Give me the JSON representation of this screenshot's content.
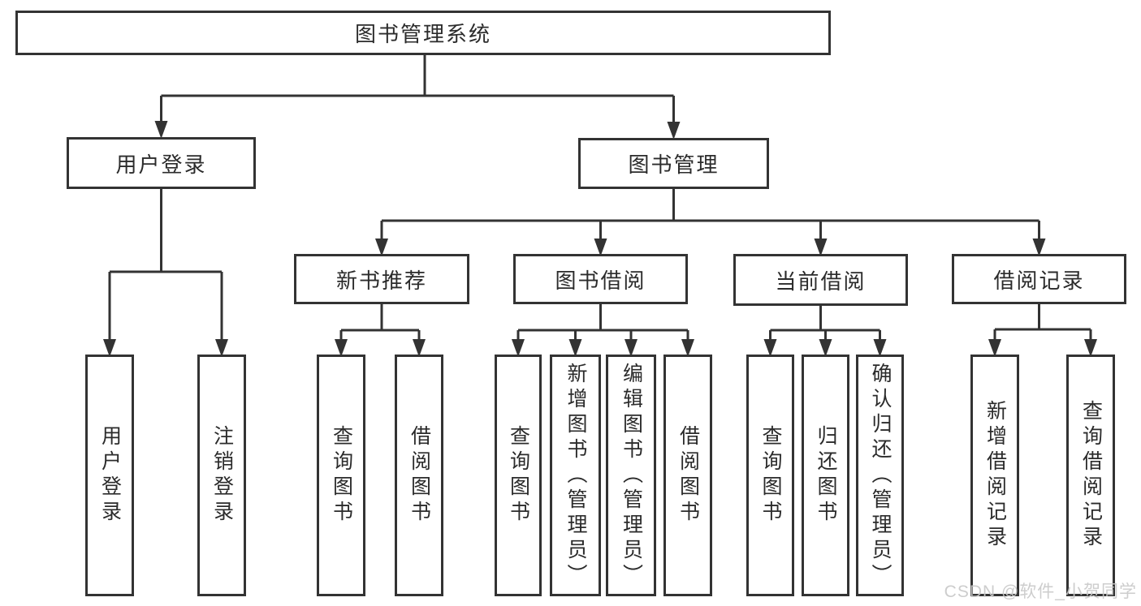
{
  "tree": {
    "root": {
      "label": "图书管理系统"
    },
    "branches": [
      {
        "label": "用户登录",
        "children": [
          {
            "label": "用户登录"
          },
          {
            "label": "注销登录"
          }
        ]
      },
      {
        "label": "图书管理",
        "children": [
          {
            "label": "新书推荐",
            "children": [
              {
                "label": "查询图书"
              },
              {
                "label": "借阅图书"
              }
            ]
          },
          {
            "label": "图书借阅",
            "children": [
              {
                "label": "查询图书"
              },
              {
                "label": "新增图书（管理员）"
              },
              {
                "label": "编辑图书（管理员）"
              },
              {
                "label": "借阅图书"
              }
            ]
          },
          {
            "label": "当前借阅",
            "children": [
              {
                "label": "查询图书"
              },
              {
                "label": "归还图书"
              },
              {
                "label": "确认归还（管理员）"
              }
            ]
          },
          {
            "label": "借阅记录",
            "children": [
              {
                "label": "新增借阅记录"
              },
              {
                "label": "查询借阅记录"
              }
            ]
          }
        ]
      }
    ]
  },
  "watermark": {
    "text": "CSDN @软件_小贺同学"
  },
  "colors": {
    "line": "#333333",
    "box_border": "#333333",
    "box_background": "#ffffff",
    "text": "#2b2b2b",
    "watermark": "#c9c9c9",
    "page_background": "#ffffff"
  }
}
